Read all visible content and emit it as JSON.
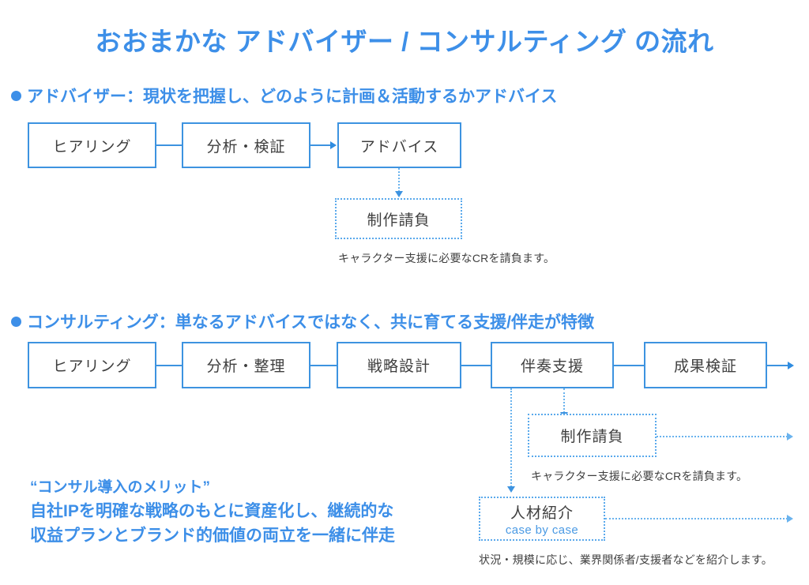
{
  "page": {
    "title": "おおまかな アドバイザー / コンサルティング の流れ",
    "accent_color": "#3d8fe8",
    "box_border_color": "#3d93e0",
    "dotted_color": "#6ab3ee",
    "text_color": "#3f3f3f",
    "background": "#ffffff"
  },
  "sections": [
    {
      "id": "advisor",
      "header": "アドバイザー：現状を把握し、どのように計画＆活動するかアドバイス",
      "flow": [
        {
          "label": "ヒアリング"
        },
        {
          "label": "分析・検証"
        },
        {
          "label": "アドバイス"
        }
      ],
      "optional": [
        {
          "label": "制作請負",
          "caption": "キャラクター支援に必要なCRを請負ます。"
        }
      ]
    },
    {
      "id": "consulting",
      "header": "コンサルティング：単なるアドバイスではなく、共に育てる支援/伴走が特徴",
      "flow": [
        {
          "label": "ヒアリング"
        },
        {
          "label": "分析・整理"
        },
        {
          "label": "戦略設計"
        },
        {
          "label": "伴奏支援"
        },
        {
          "label": "成果検証"
        }
      ],
      "optional": [
        {
          "label": "制作請負",
          "sub": "",
          "caption": "キャラクター支援に必要なCRを請負ます。"
        },
        {
          "label": "人材紹介",
          "sub": "case by case",
          "caption": "状況・規模に応じ、業界関係者/支援者などを紹介します。"
        }
      ]
    }
  ],
  "merit": {
    "title": "“コンサル導入のメリット”",
    "line1": "自社IPを明確な戦略のもとに資産化し、継続的な",
    "line2": "収益プランとブランド的価値の両立を一緒に伴走"
  }
}
